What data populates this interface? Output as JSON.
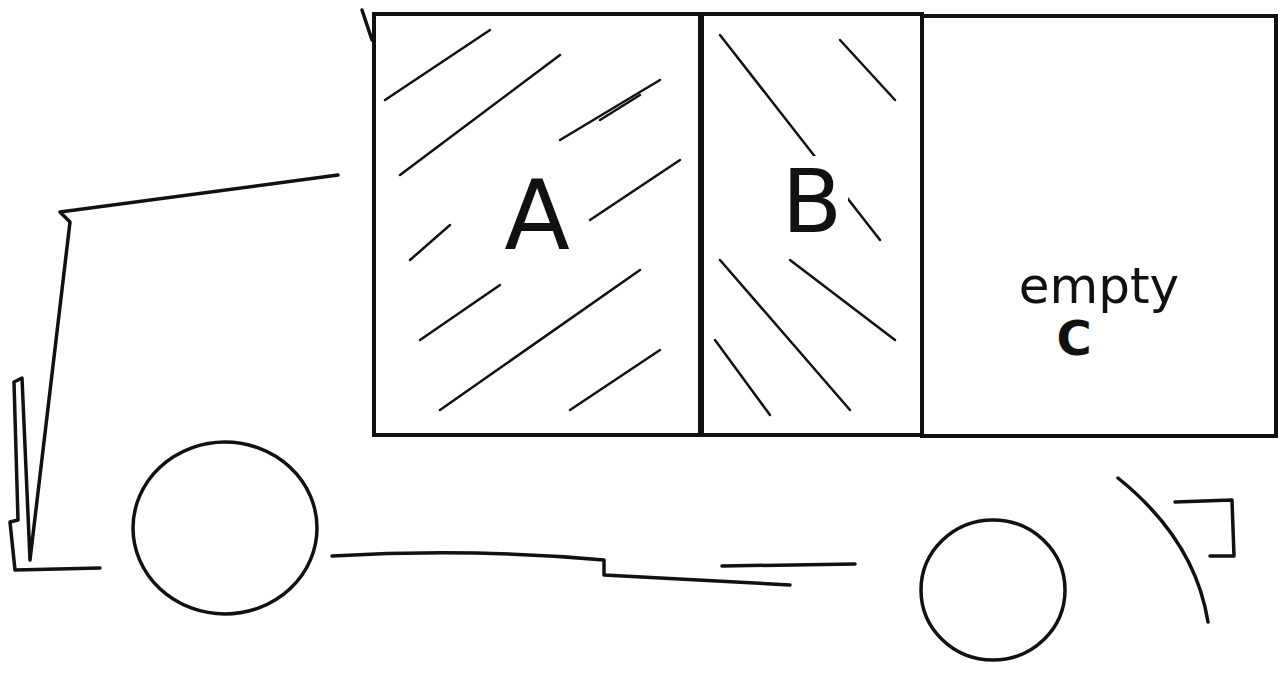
{
  "diagram": {
    "nodes": [
      {
        "text": [
          "A"
        ]
      },
      {
        "text": [
          "B"
        ]
      },
      {
        "text": [
          "empty",
          "C"
        ]
      }
    ]
  }
}
